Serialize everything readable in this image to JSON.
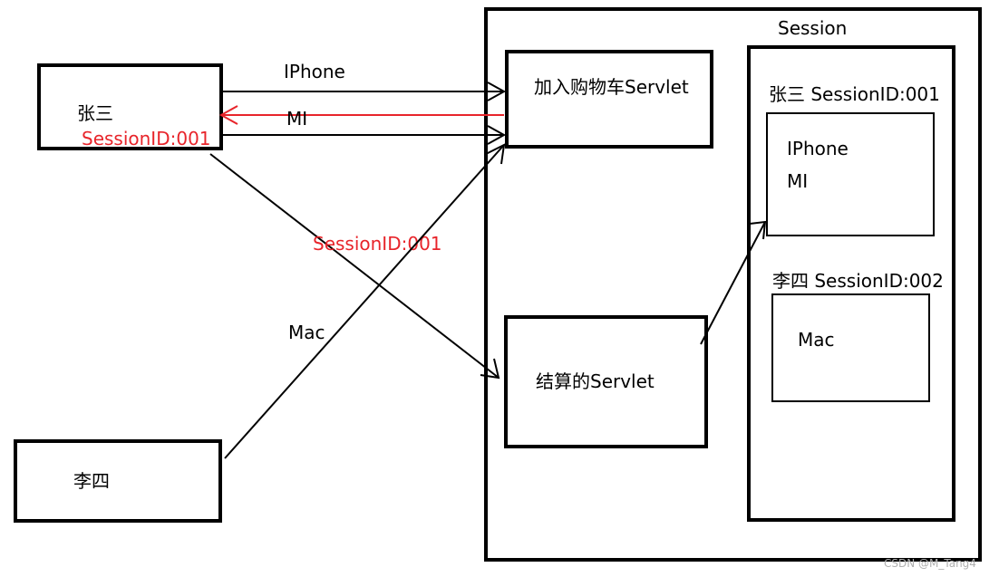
{
  "diagram": {
    "clients": {
      "zhangsan": {
        "name": "张三",
        "session_id": "SessionID:001"
      },
      "lisi": {
        "name": "李四"
      }
    },
    "server": {
      "session_title": "Session",
      "servlets": {
        "add_cart": "加入购物车Servlet",
        "checkout": "结算的Servlet"
      },
      "sessions": [
        {
          "header": "张三 SessionID:001",
          "items": [
            "IPhone",
            "MI"
          ]
        },
        {
          "header": "李四 SessionID:002",
          "items": [
            "Mac"
          ]
        }
      ]
    },
    "arrow_labels": {
      "iphone": "IPhone",
      "mi": "MI",
      "session_id_middle": "SessionID:001",
      "mac": "Mac"
    },
    "colors": {
      "stroke": "#000000",
      "highlight": "#e8252b"
    },
    "watermark": "CSDN @M_Tang4"
  }
}
